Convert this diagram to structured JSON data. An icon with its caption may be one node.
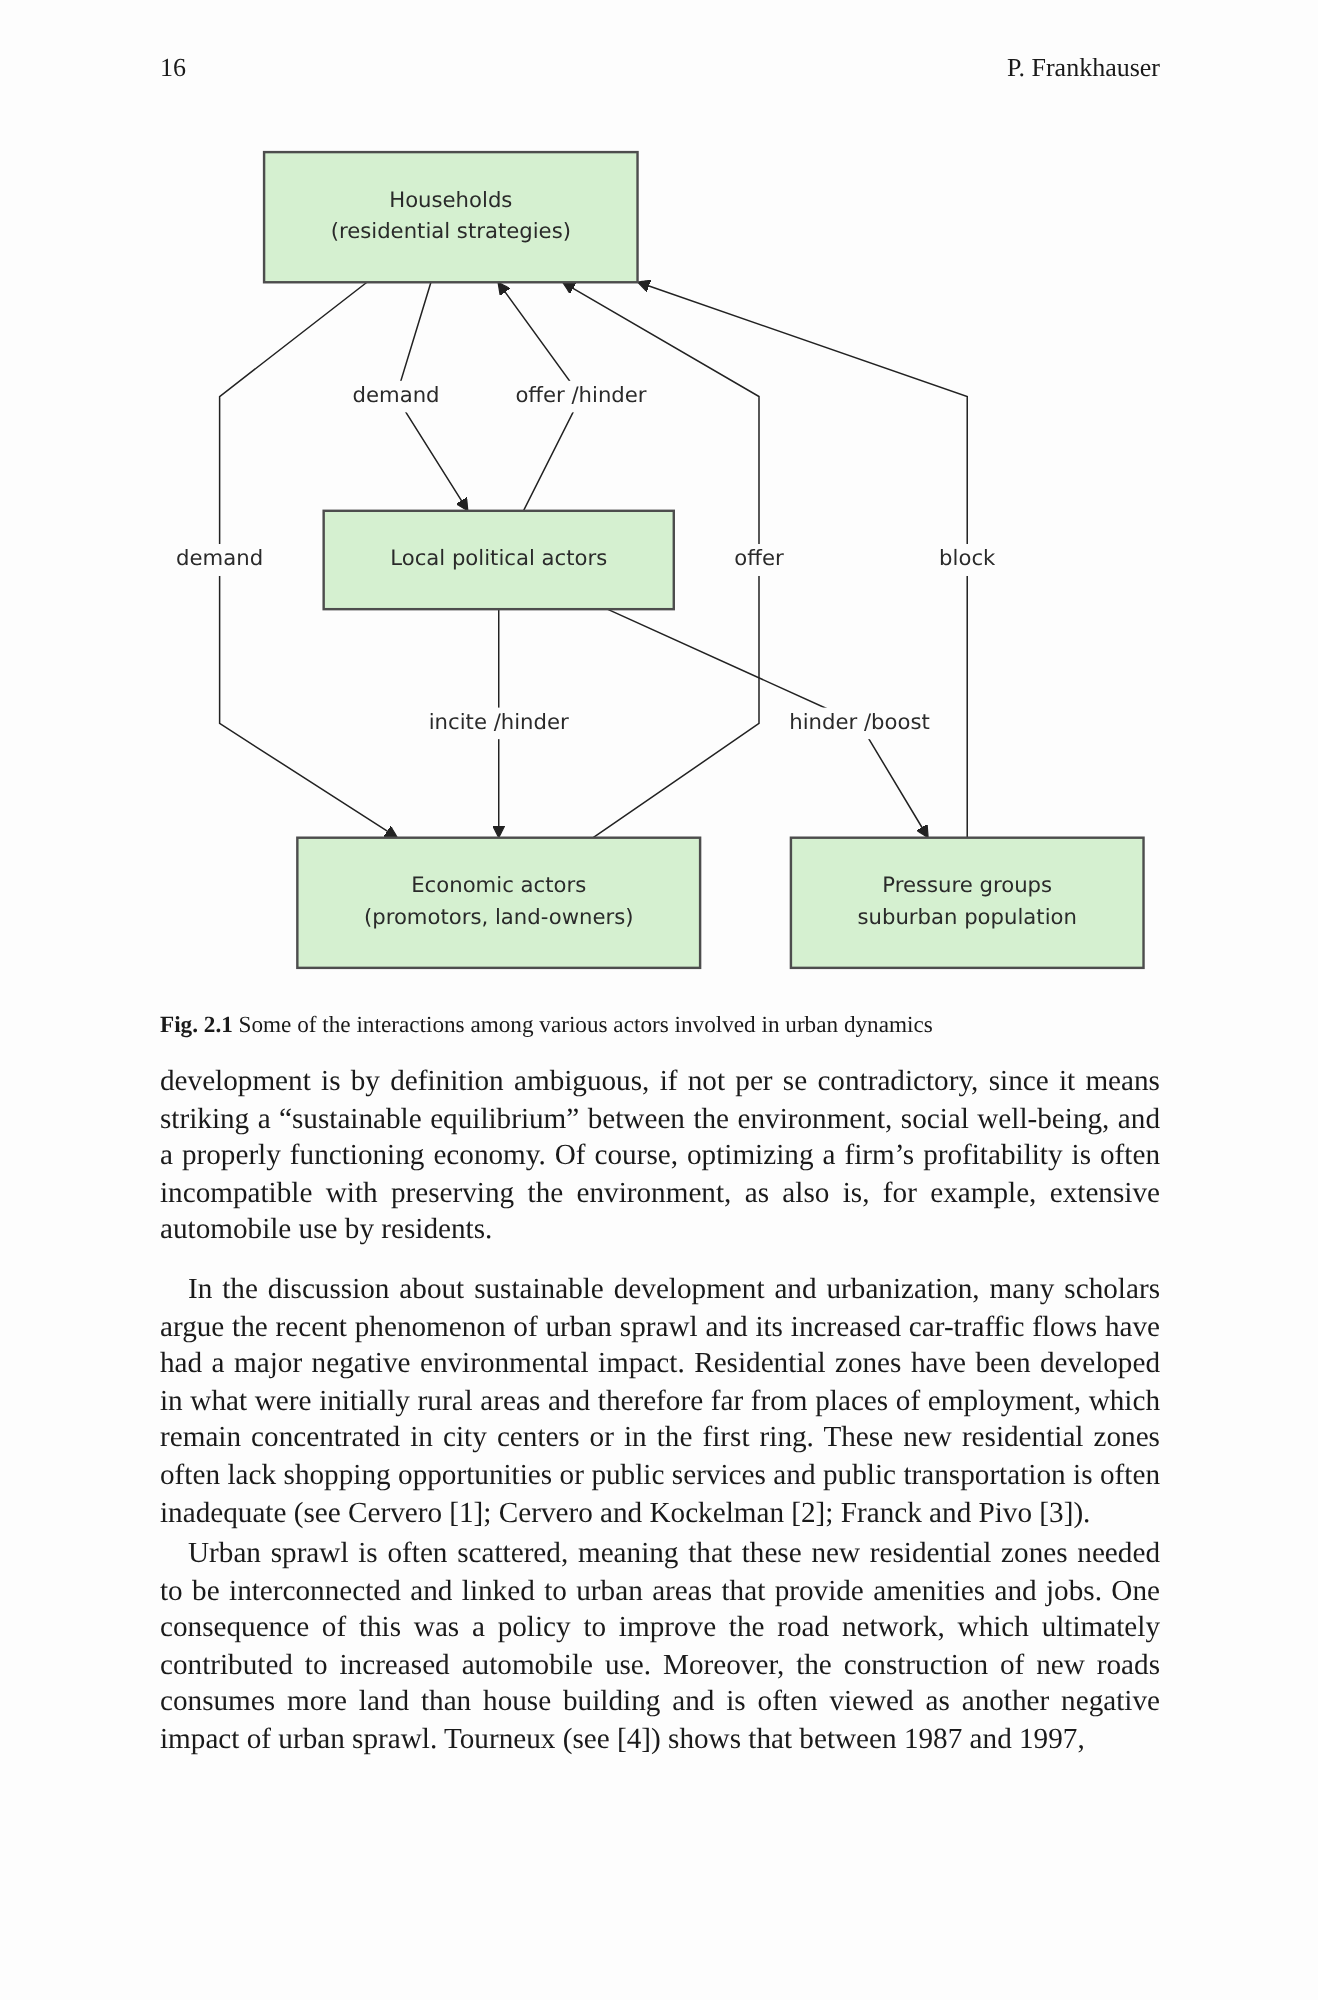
{
  "diagram": {
    "caption": "**Fig. 2.1** Some of the interactions among various actors involved in urban dynamics",
    "nodes": [
      {
        "text": [
          "Households",
          "(residential strategies)"
        ]
      },
      {
        "text": [
          "Economic actors",
          "(promotors, land-owners)"
        ]
      },
      {
        "text": [
          "Pressure groups",
          "suburban population"
        ]
      },
      {
        "text": [
          "Local political actors"
        ]
      }
    ],
    "edges": [
      {
        "from": 0,
        "to": 1,
        "arrow": "to",
        "label": "demand"
      },
      {
        "from": 1,
        "to": 0,
        "arrow": "to",
        "label": "offer"
      },
      {
        "from": 0,
        "to": 3,
        "arrow": "to",
        "label": "demand"
      },
      {
        "from": 3,
        "to": 0,
        "arrow": "to",
        "label": "offer /hinder"
      },
      {
        "from": 2,
        "to": 0,
        "arrow": "to",
        "label": "block"
      },
      {
        "from": 3,
        "to": 1,
        "arrow": "to",
        "label": "incite /hinder"
      },
      {
        "from": 3,
        "to": 2,
        "arrow": "to",
        "label": "hinder /boost"
      }
    ],
    "labels": [
      "16",
      "P. Frankhauser",
      "development is by definition ambiguous, if not per se contradictory, since it means striking a “sustainable equilibrium” between the environment, social well-being, and a properly functioning economy. Of course, optimizing a firm’s profitability is often incompatible with preserving the environment, as also is, for example, extensive automobile use by residents.",
      "In the discussion about sustainable development and urbanization, many scholars argue the recent phenomenon of urban sprawl and its increased car-traffic flows have had a major negative environmental impact. Residential zones have been developed in what were initially rural areas and therefore far from places of employment, which remain concentrated in city centers or in the first ring. These new residential zones often lack shopping opportunities or public services and public transportation is often inadequate (see Cervero [1]; Cervero and Kockelman [2]; Franck and Pivo [3]).",
      "Urban sprawl is often scattered, meaning that these new residential zones needed to be interconnected and linked to urban areas that provide amenities and jobs. One consequence of this was a policy to improve the road network, which ultimately contributed to increased automobile use. Moreover, the construction of new roads consumes more land than house building and is often viewed as another negative impact of urban sprawl. Tourneux (see [4]) shows that between 1987 and 1997,"
    ]
  }
}
